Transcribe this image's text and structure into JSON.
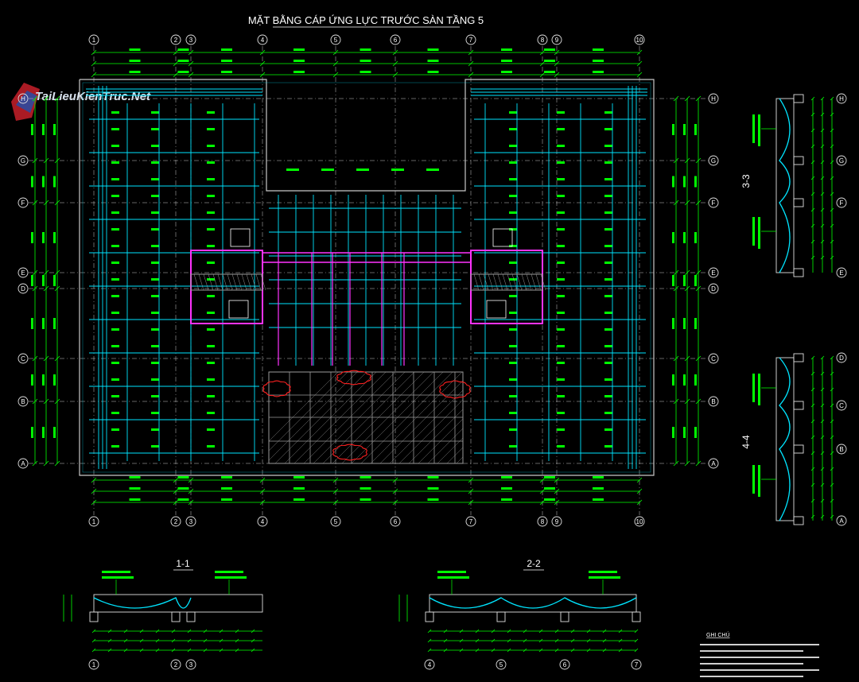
{
  "drawing": {
    "title": "MẶT BẰNG  CÁP ỨNG LỰC TRƯỚC SÀN TẦNG 5",
    "watermark": "TaiLieuKienTruc.Net",
    "columns": [
      "1",
      "2",
      "3",
      "4",
      "5",
      "6",
      "7",
      "8",
      "9",
      "10"
    ],
    "rows": [
      "H",
      "G",
      "F",
      "E",
      "D",
      "C",
      "B",
      "A"
    ],
    "sections": {
      "s11": "1-1",
      "s22": "2-2",
      "s33": "3-3",
      "s44": "4-4"
    },
    "section_11_axes": [
      "1",
      "2",
      "3"
    ],
    "section_22_axes": [
      "4",
      "5",
      "6",
      "7"
    ],
    "section_33_axes": [
      "H",
      "G",
      "F",
      "E"
    ],
    "section_44_axes": [
      "D",
      "C",
      "B",
      "A"
    ],
    "notes_heading": "GHI CHÚ"
  },
  "colors": {
    "background": "#000000",
    "dimension": "#00ff00",
    "tendon": "#00e5ff",
    "beam": "#ff33ff",
    "grid": "#c8c8c8",
    "revision_cloud": "#ff2020",
    "hatch": "#9a9a9a"
  }
}
